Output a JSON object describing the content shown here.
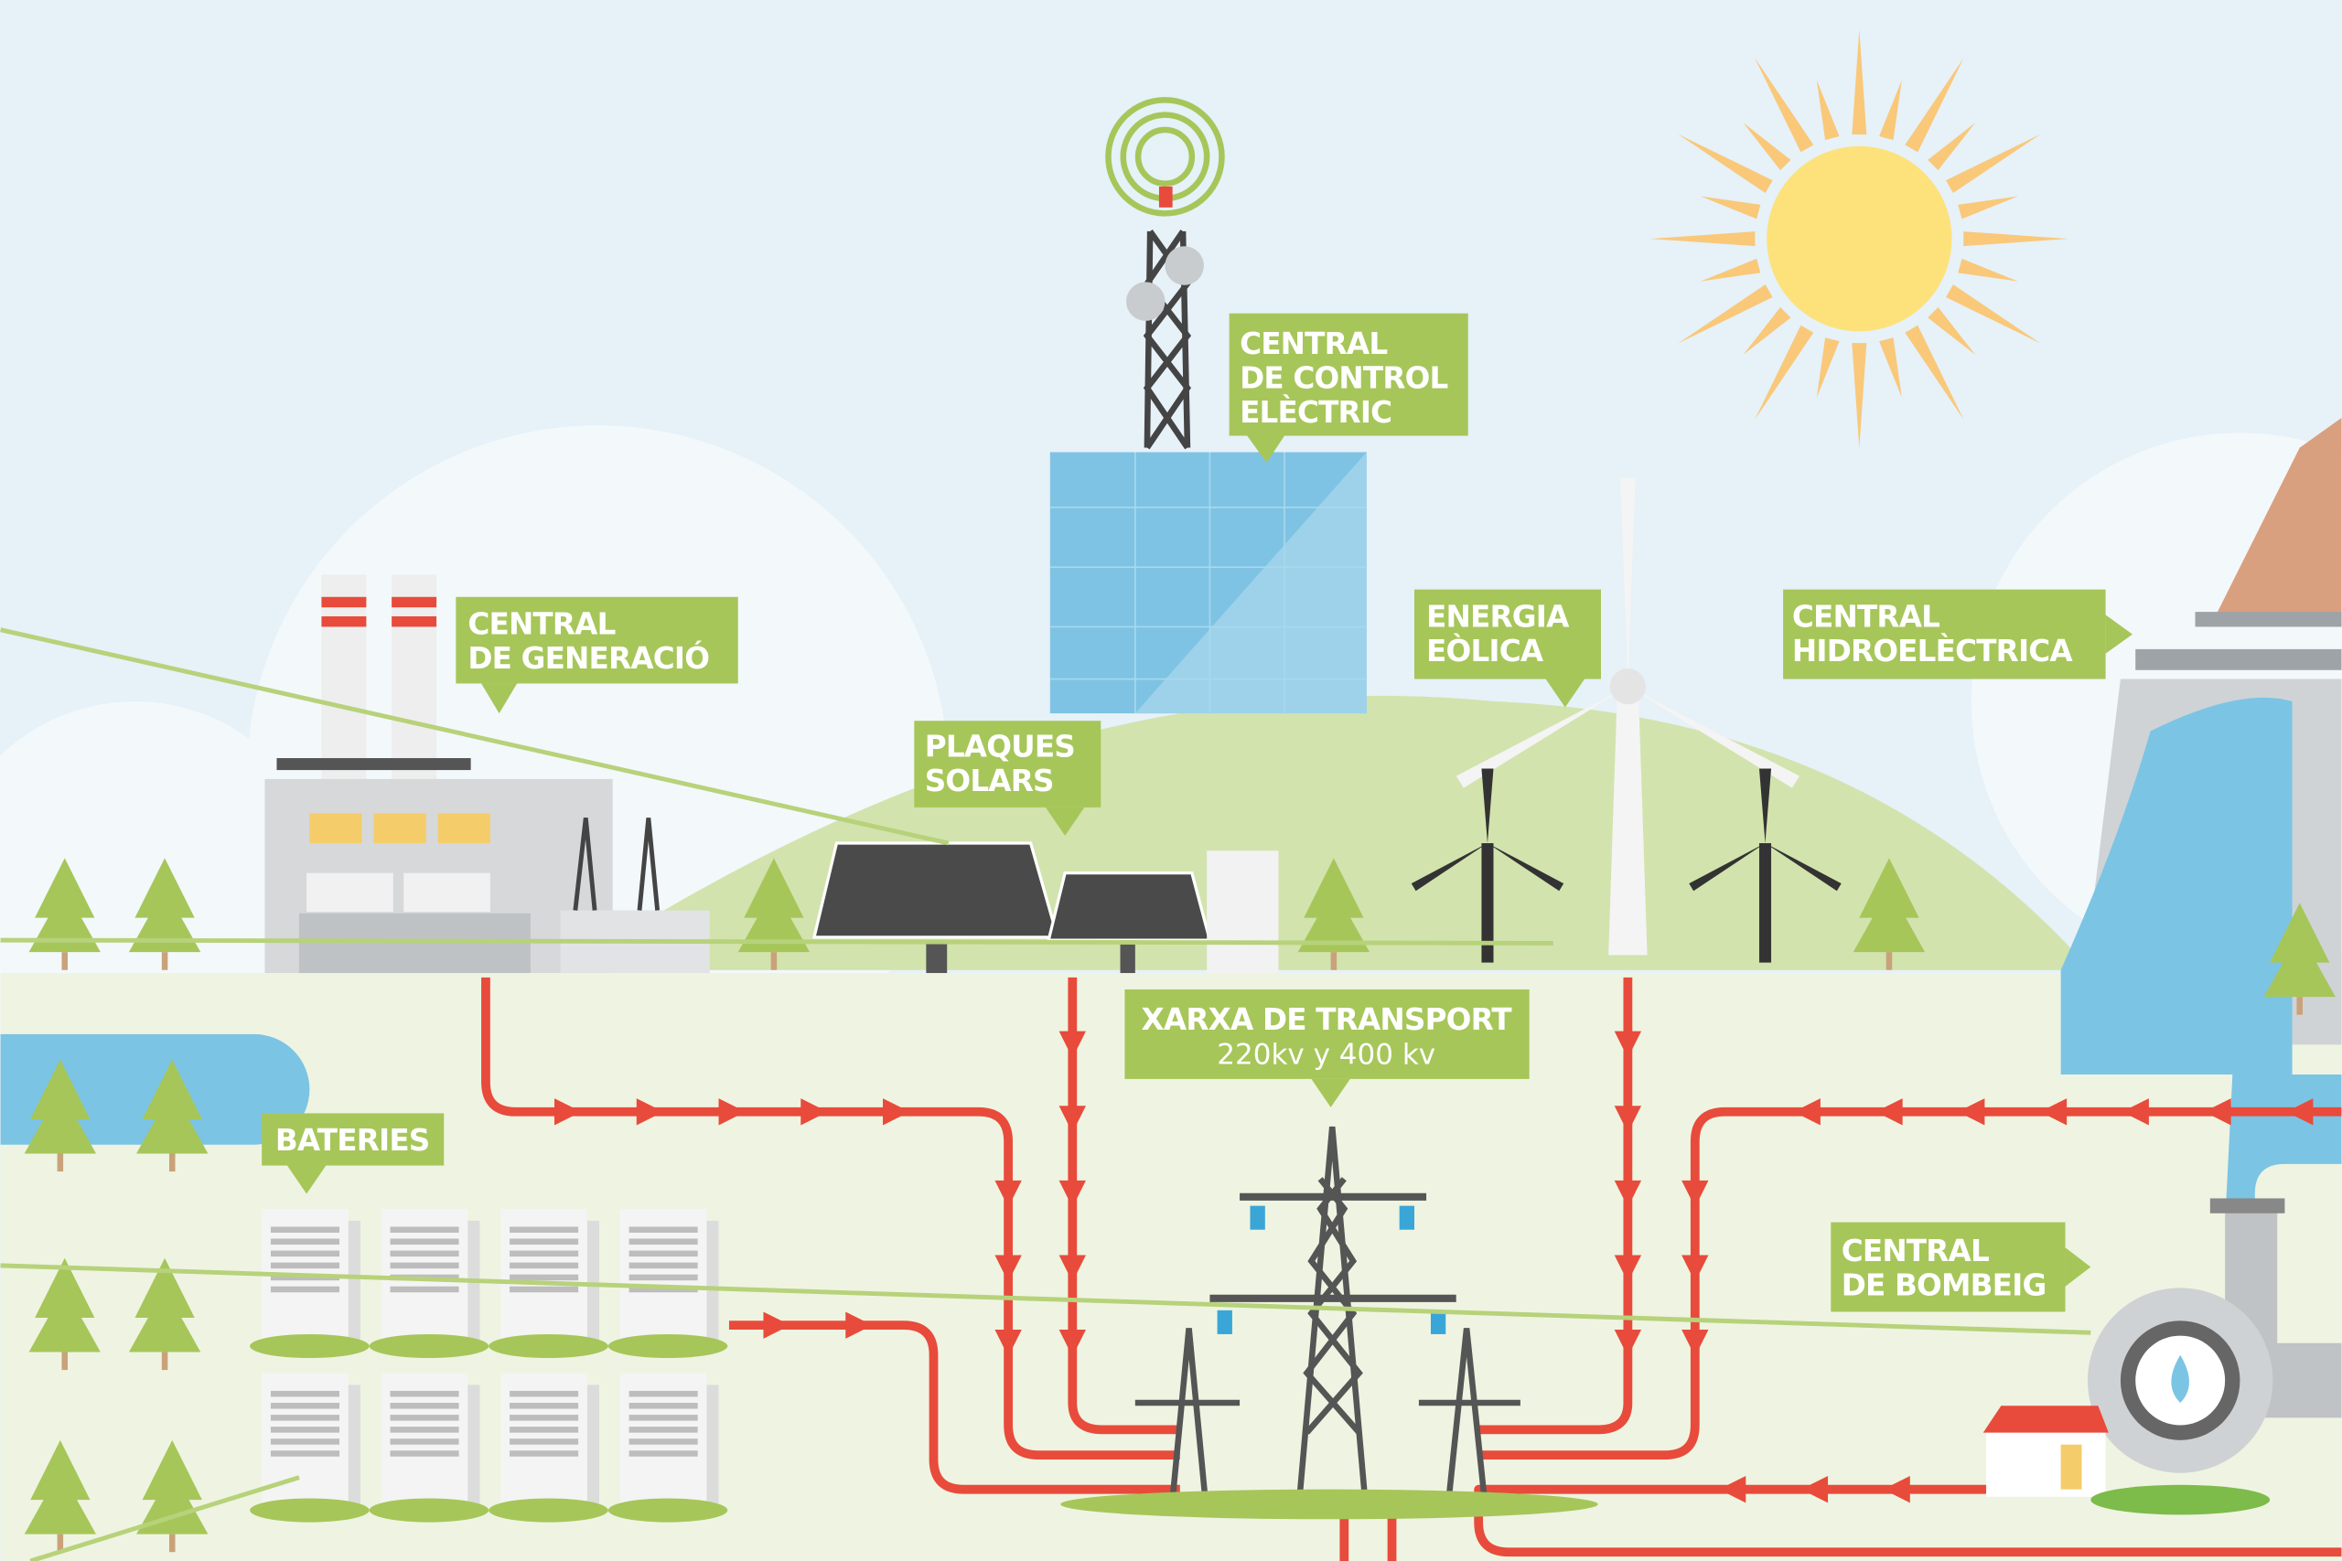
{
  "labels": {
    "control": [
      "CENTRAL",
      "DE CONTROL",
      "ELÈCTRIC"
    ],
    "generation": [
      "CENTRAL",
      "DE GENERACIÓ"
    ],
    "solar": [
      "PLAQUES",
      "SOLARS"
    ],
    "wind": [
      "ENERGIA",
      "EÒLICA"
    ],
    "hydro": [
      "CENTRAL",
      "HIDROELÈCTRICA"
    ],
    "transport": {
      "title": "XARXA DE TRANSPORT",
      "subtitle": "220kv y 400 kv"
    },
    "batteries": [
      "BATERIES"
    ],
    "pumping": [
      "CENTRAL",
      "DE BOMBEIG"
    ]
  },
  "colors": {
    "sky": "#e6f1f8",
    "hill": "#d2e3ad",
    "ground": "#eef4e1",
    "label": "#a6c65a",
    "power_line": "#e84b3b",
    "sun": "#fde27c",
    "sun_rays": "#f9c879",
    "water": "#7cc4e4"
  }
}
